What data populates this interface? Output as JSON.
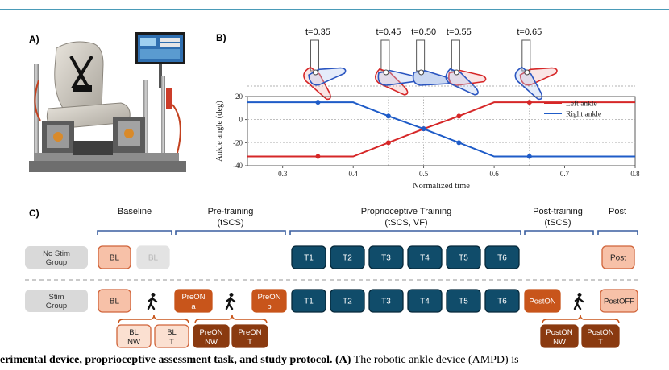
{
  "panels": {
    "a": "A)",
    "b": "B)",
    "c": "C)"
  },
  "chart_data": {
    "type": "line",
    "xlabel": "Normalized time",
    "ylabel": "Ankle angle (deg)",
    "xlim": [
      0.25,
      0.8
    ],
    "ylim": [
      -40,
      20
    ],
    "xticks": [
      0.3,
      0.4,
      0.5,
      0.6,
      0.7,
      0.8
    ],
    "yticks": [
      20,
      0,
      -20,
      -40
    ],
    "legend_position": "top-right",
    "series": [
      {
        "name": "Left ankle",
        "color": "#d62728",
        "x": [
          0.25,
          0.35,
          0.4,
          0.45,
          0.5,
          0.55,
          0.6,
          0.65,
          0.8
        ],
        "y": [
          -32,
          -32,
          -32,
          -20,
          -8,
          3,
          15,
          15,
          15
        ],
        "markers": [
          0.35,
          0.45,
          0.5,
          0.55,
          0.65
        ]
      },
      {
        "name": "Right ankle",
        "color": "#1f5cc8",
        "x": [
          0.25,
          0.35,
          0.4,
          0.45,
          0.5,
          0.55,
          0.6,
          0.65,
          0.8
        ],
        "y": [
          15,
          15,
          15,
          3,
          -8,
          -20,
          -32,
          -32,
          -32
        ],
        "markers": [
          0.35,
          0.45,
          0.5,
          0.55,
          0.65
        ]
      }
    ],
    "snapshot_labels": [
      "t=0.35",
      "t=0.45",
      "t=0.50",
      "t=0.55",
      "t=0.65"
    ],
    "snapshot_times": [
      0.35,
      0.45,
      0.5,
      0.55,
      0.65
    ]
  },
  "protocol": {
    "phases": [
      {
        "title": "Baseline",
        "sub": ""
      },
      {
        "title": "Pre-training",
        "sub": "(tSCS)"
      },
      {
        "title": "Proprioceptive Training",
        "sub": "(tSCS, VF)"
      },
      {
        "title": "Post-training",
        "sub": "(tSCS)"
      },
      {
        "title": "Post",
        "sub": ""
      }
    ],
    "groups": {
      "nostim": [
        "No Stim",
        "Group"
      ],
      "stim": [
        "Stim",
        "Group"
      ]
    },
    "nostim_blocks": {
      "bl1": "BL",
      "bl2": "BL",
      "post": "Post"
    },
    "training": [
      "T1",
      "T2",
      "T3",
      "T4",
      "T5",
      "T6"
    ],
    "stim_blocks": {
      "bl": "BL",
      "preon_a": [
        "PreON",
        "a"
      ],
      "preon_b": [
        "PreON",
        "b"
      ],
      "poston": "PostON",
      "postoff": "PostOFF"
    },
    "sub_blocks": {
      "bl_nw": [
        "BL",
        "NW"
      ],
      "bl_t": [
        "BL",
        "T"
      ],
      "preon_nw": [
        "PreON",
        "NW"
      ],
      "preon_t": [
        "PreON",
        "T"
      ],
      "poston_nw": [
        "PostON",
        "NW"
      ],
      "poston_t": [
        "PostON",
        "T"
      ]
    },
    "colors": {
      "baseline_fill": "#f7c1a8",
      "baseline_stroke": "#d0643a",
      "orange": "#c8551b",
      "training": "#104c6a",
      "training_stroke": "#06283a",
      "gray": "#d9d9d9",
      "gray_text": "#333333",
      "bracket": "#3a5fa0",
      "dark_sub": "#8a3a10"
    }
  },
  "caption": {
    "bold": "erimental device, proprioceptive assessment task, and study protocol. (A)",
    "rest": " The robotic ankle device (AMPD) is"
  }
}
